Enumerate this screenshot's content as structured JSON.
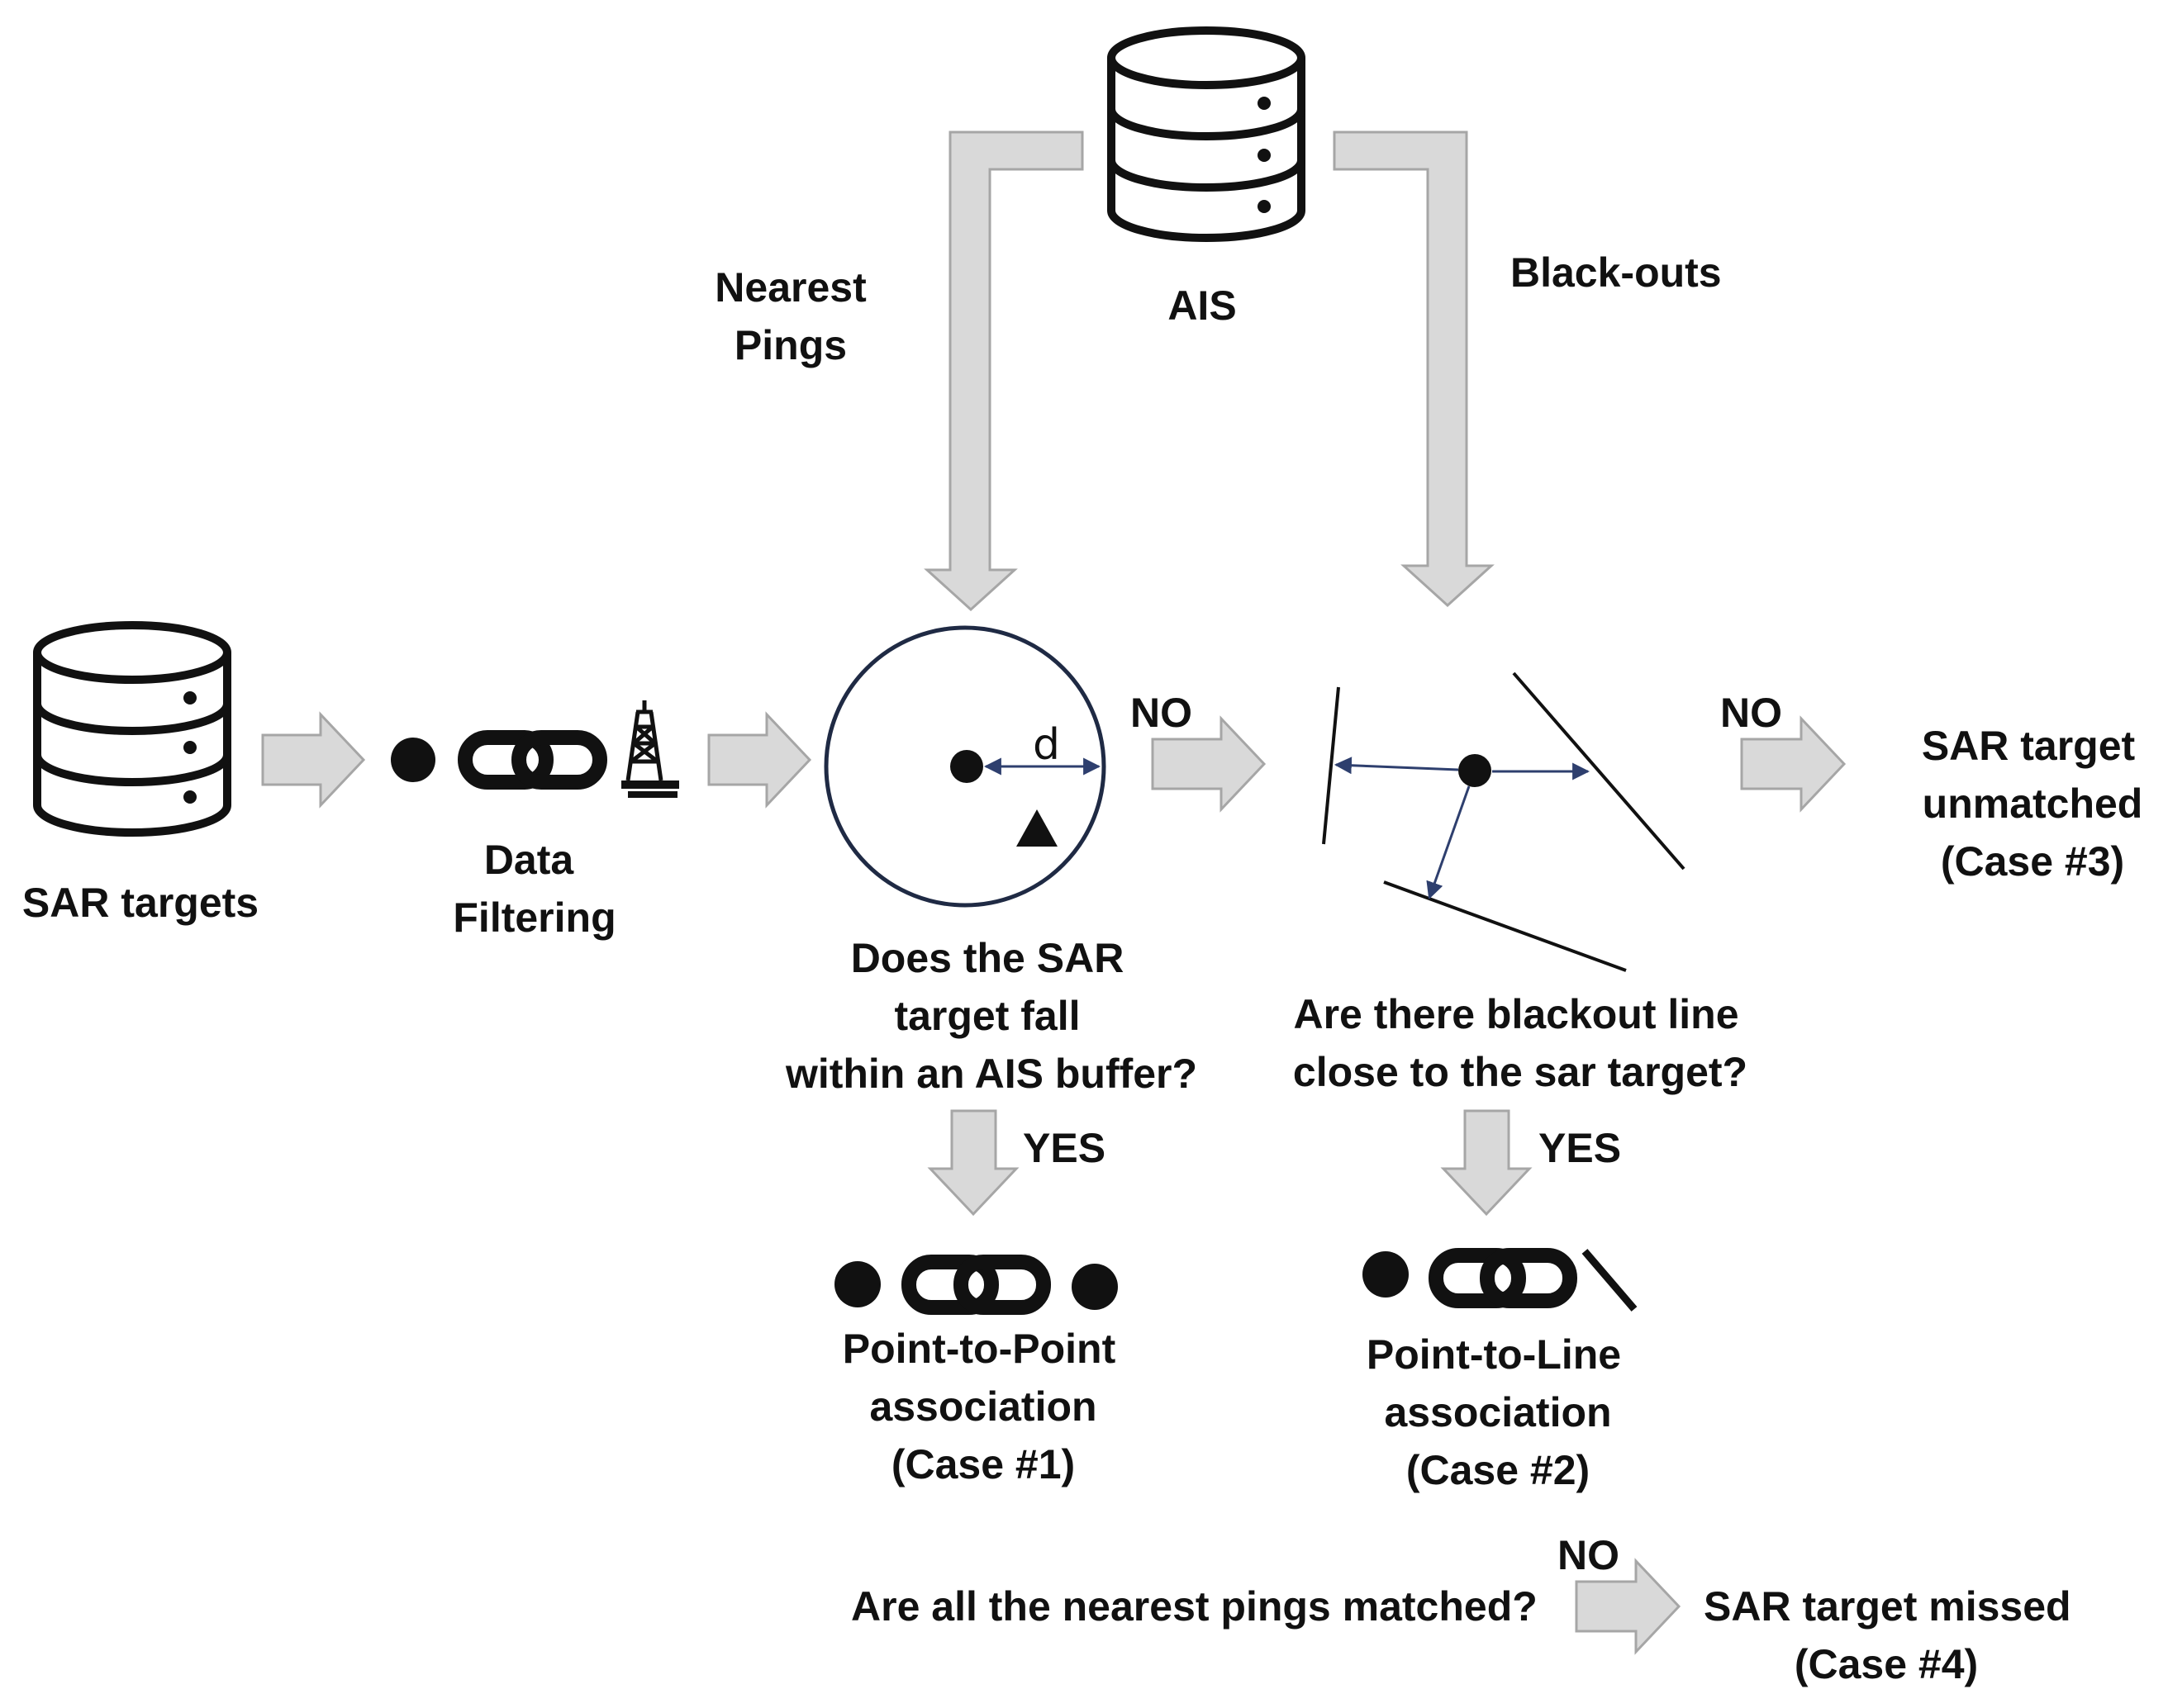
{
  "sources": {
    "sar": "SAR targets",
    "ais": "AIS"
  },
  "filtering": {
    "line1": "Data",
    "line2": "Filtering"
  },
  "flows": {
    "nearest_line1": "Nearest",
    "nearest_line2": "Pings",
    "blackouts": "Black-outs"
  },
  "buffer": {
    "radius_label": "d",
    "q_line1": "Does the SAR",
    "q_line2": "target fall",
    "q_line3": "within an AIS buffer?"
  },
  "blackout": {
    "q_line1": "Are there blackout line",
    "q_line2": "close to the sar target?"
  },
  "decisions": {
    "no_buffer": "NO",
    "no_blackout": "NO",
    "yes_buffer": "YES",
    "yes_blackout": "YES",
    "no_pings": "NO"
  },
  "case1": {
    "line1": "Point-to-Point",
    "line2": "association",
    "line3": "(Case #1)"
  },
  "case2": {
    "line1": "Point-to-Line",
    "line2": "association",
    "line3": "(Case #2)"
  },
  "case3": {
    "line1": "SAR target",
    "line2": "unmatched",
    "line3": "(Case #3)"
  },
  "pings": {
    "question": "Are all the nearest pings matched?"
  },
  "case4": {
    "line1": "SAR target missed",
    "line2": "(Case #4)"
  },
  "colors": {
    "arrow_fill": "#d9d9d9",
    "arrow_stroke": "#a6a6a6",
    "ink": "#111111",
    "buffer_ring": "#1f2a44",
    "measure": "#2e3f6e"
  }
}
